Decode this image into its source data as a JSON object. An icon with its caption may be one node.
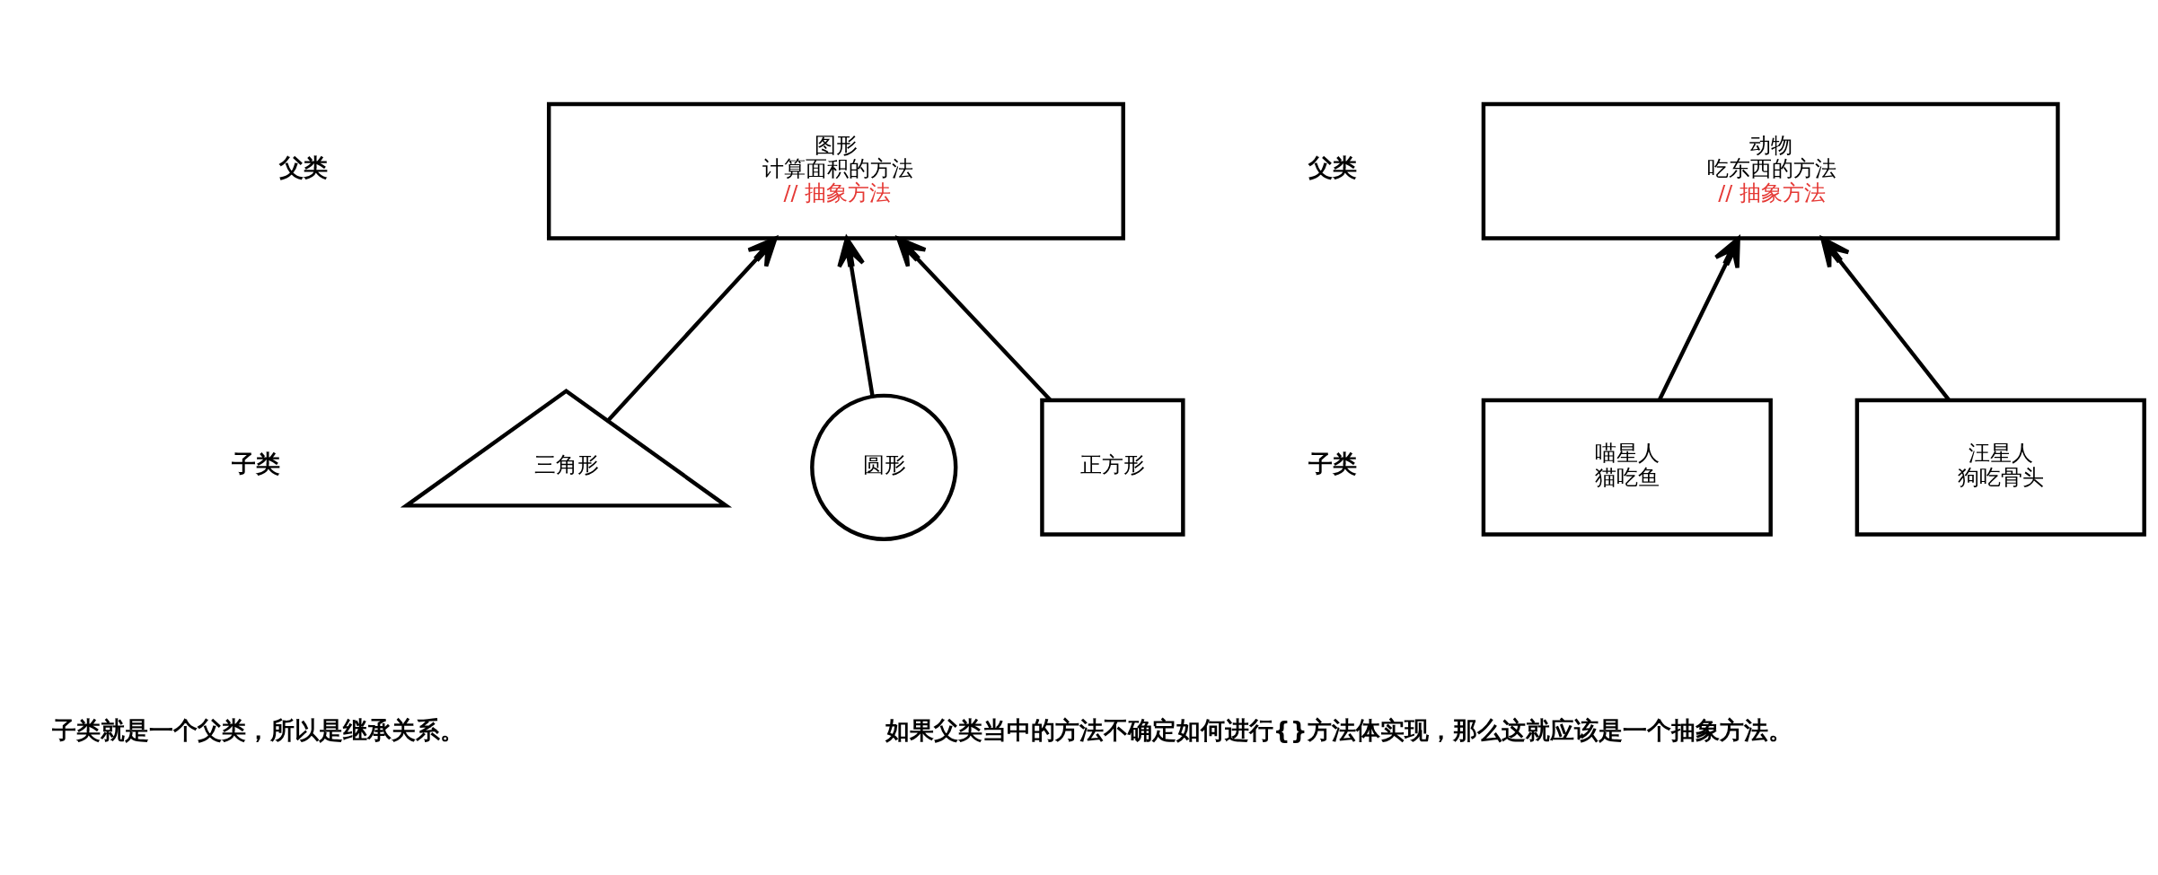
{
  "diagram": {
    "nodes": [
      {
        "text": [
          "图形",
          "计算面积的方法",
          "// 抽象方法"
        ]
      },
      {
        "text": [
          "正方形"
        ]
      },
      {
        "text": [
          "三角形"
        ]
      },
      {
        "text": [
          "圆形"
        ]
      },
      {
        "text": [
          "动物",
          "吃东西的方法",
          "// 抽象方法"
        ]
      },
      {
        "text": [
          "汪星人",
          "狗吃骨头"
        ]
      },
      {
        "text": [
          "喵星人",
          "猫吃鱼"
        ]
      }
    ],
    "edges": [
      {
        "from": 1,
        "to": 0,
        "arrow": "to"
      },
      {
        "from": 2,
        "to": 0,
        "arrow": "to"
      },
      {
        "from": 3,
        "to": 0,
        "arrow": "to"
      },
      {
        "from": 5,
        "to": 4,
        "arrow": "to"
      },
      {
        "from": 6,
        "to": 4,
        "arrow": "to"
      }
    ],
    "labels": [
      "父类",
      "子类",
      "子类就是一个父类，所以是继承关系。",
      "父类",
      "子类",
      "如果父类当中的方法不确定如何进行{}方法体实现，那么这就应该是一个抽象方法。"
    ]
  }
}
